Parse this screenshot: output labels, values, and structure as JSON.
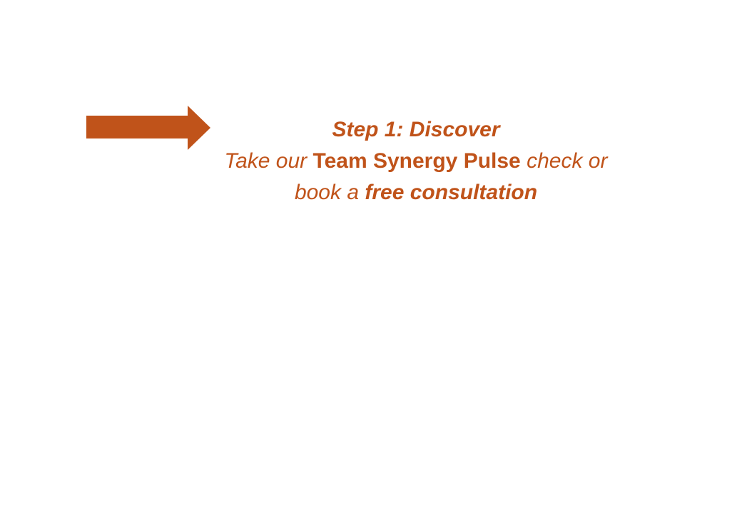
{
  "accent_color": "#c0531a",
  "arrow_icon": "right-arrow-icon",
  "step": {
    "title": "Step 1: Discover",
    "line1": {
      "pre": "Take our ",
      "bold": "Team Synergy Pulse",
      "post": " check or"
    },
    "line2": {
      "pre": "book a ",
      "bold": "free consultation"
    }
  }
}
